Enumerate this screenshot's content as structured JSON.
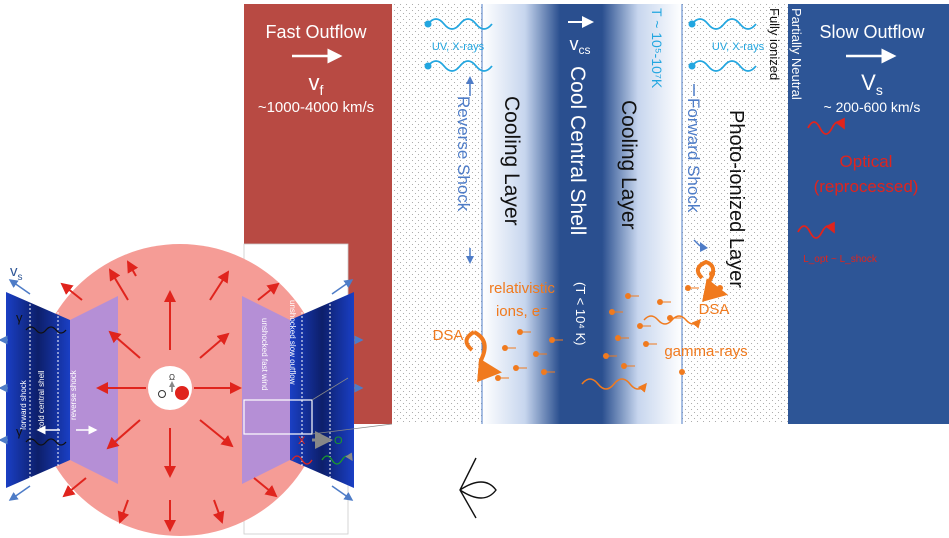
{
  "colors": {
    "fast_outflow": "#b84a43",
    "slow_outflow": "#2d5596",
    "central_shell": "#2a4f8f",
    "ejecta_disk": "#f59c96",
    "uv_cyan": "#22a6e0",
    "shock_blue": "#4e7cc7",
    "particles": "#f07a1e",
    "optical": "#e0241d"
  },
  "right_panel": {
    "fast_outflow": {
      "title": "Fast Outflow",
      "vel_symbol": "v",
      "vel_sub": "f",
      "speed": "~1000-4000 km/s"
    },
    "slow_outflow": {
      "title": "Slow Outflow",
      "vel_symbol": "V",
      "vel_sub": "s",
      "speed": "~ 200-600 km/s"
    },
    "shell_velocity": {
      "symbol": "v",
      "sub": "cs"
    },
    "uv_label_left": "UV, X-rays",
    "uv_label_right": "UV, X-rays",
    "temperature": "T ~ 10⁵-10⁷K",
    "reverse_shock": "Reverse Shock",
    "forward_shock": "Forward Shock",
    "cooling_layer_left": "Cooling Layer",
    "cooling_layer_right": "Cooling Layer",
    "central_shell": "Cool Central  Shell",
    "central_shell_temp": "(T < 10⁴ K)",
    "photoionized_layer": "Photo-ionized Layer",
    "fully_ionized": "Fully ionized",
    "partially_neutral": "Partially Neutral",
    "relativistic": "relativistic",
    "ions": "ions, e⁻",
    "dsa_left": "DSA",
    "dsa_right": "DSA",
    "gamma_rays": "gamma-rays",
    "optical": "Optical",
    "reprocessed": "(reprocessed)",
    "luminosity_relation": "L_opt ~ L_shock"
  },
  "left_panel": {
    "vs_label": "v",
    "vs_sub": "s",
    "gamma_top": "γ",
    "gamma_bottom": "γ",
    "omega": "Ω",
    "forward_shock": "forward shock",
    "cold_central_shell": "cold central shell",
    "reverse_shock": "reverse shock",
    "unshocked_fast_wind": "unshocked fast wind",
    "unshocked_slow_outflow": "unshocked slow outflow",
    "x_label": "X",
    "o_label": "O"
  }
}
